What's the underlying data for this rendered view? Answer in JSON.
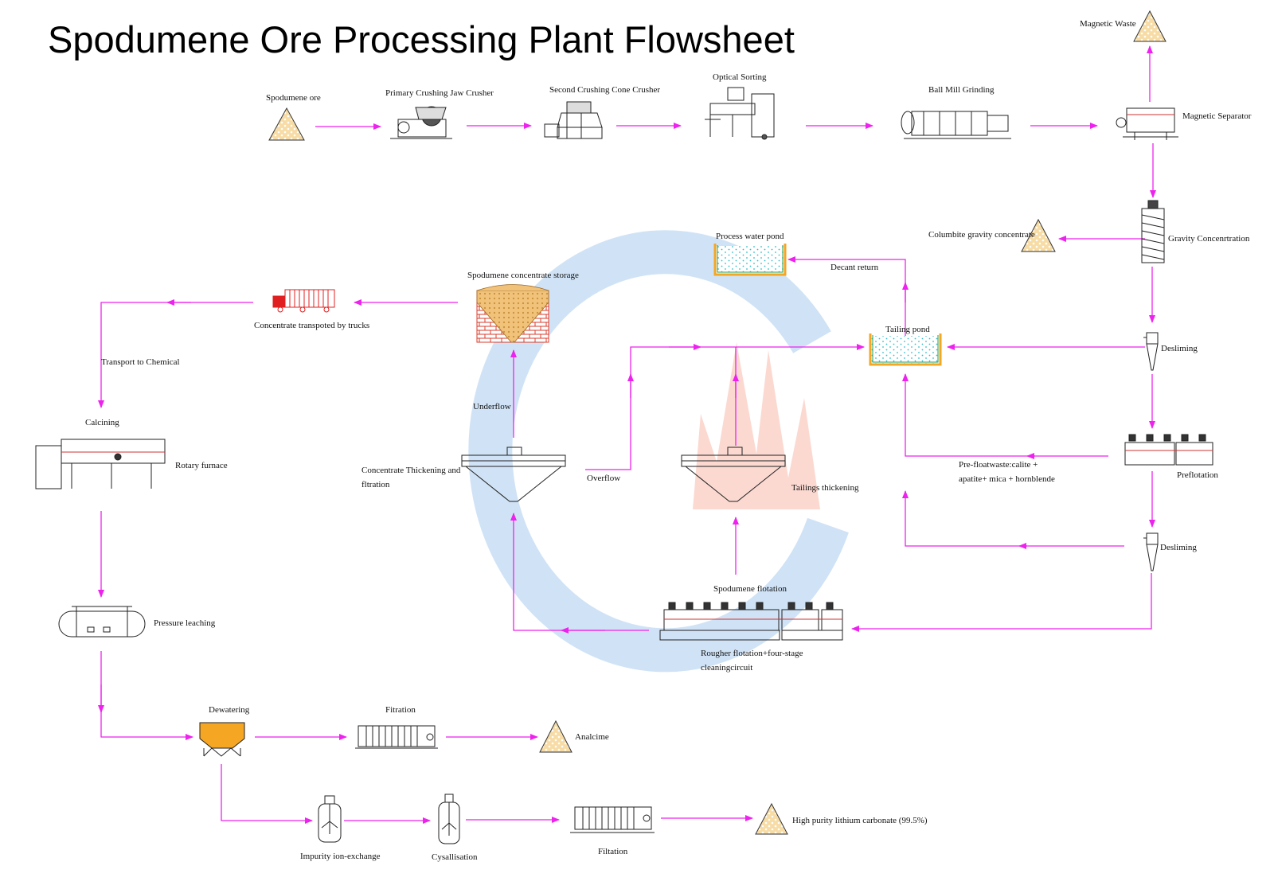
{
  "title": "Spodumene Ore Processing Plant Flowsheet",
  "colors": {
    "arrow": "#ee22ee",
    "ore_fill": "#f3cf8e",
    "dewater": "#f5a623",
    "water": "#5ecfd8",
    "pond_wall": "#f5a623",
    "truck": "#e02020",
    "brick": "#d93b2b"
  },
  "labels": {
    "spodumene_ore": "Spodumene ore",
    "jaw_crusher": "Primary Crushing Jaw Crusher",
    "cone_crusher": "Second Crushing Cone Crusher",
    "optical_sorting": "Optical Sorting",
    "ball_mill": "Ball Mill Grinding",
    "magnetic_waste": "Magnetic Waste",
    "magnetic_separator": "Magnetic Separator",
    "gravity_concentration": "Gravity Concenrtration",
    "columbite": "Columbite gravity concentrate",
    "process_water_pond": "Process water pond",
    "decant_return": "Decant return",
    "tailing_pond": "Tailing pond",
    "desliming_1": "Desliming",
    "preflotation": "Preflotation",
    "prefloat_waste_1": "Pre-floatwaste:calite +",
    "prefloat_waste_2": "apatite+ mica + hornblende",
    "desliming_2": "Desliming",
    "concentrate_storage": "Spodumene concentrate storage",
    "trucks": "Concentrate transpoted by trucks",
    "transport_chemical": "Transport to Chemical",
    "calcining": "Calcining",
    "rotary_furnace": "Rotary furnace",
    "underflow": "Underflow",
    "concentrate_thickening_1": "Concentrate Thickening and",
    "concentrate_thickening_2": "fltration",
    "overflow": "Overflow",
    "tailings_thickening": "Tailings thickening",
    "spodumene_flotation": "Spodumene flotation",
    "rougher_1": "Rougher flotation+four-stage",
    "rougher_2": "cleaningcircuit",
    "pressure_leaching": "Pressure leaching",
    "dewatering": "Dewatering",
    "fitration": "Fitration",
    "analcime": "Analcime",
    "ion_exchange": "Impurity ion-exchange",
    "crystallisation": "Cysallisation",
    "filtation": "Filtation",
    "lithium_carbonate": "High purity lithium carbonate (99.5%)"
  }
}
